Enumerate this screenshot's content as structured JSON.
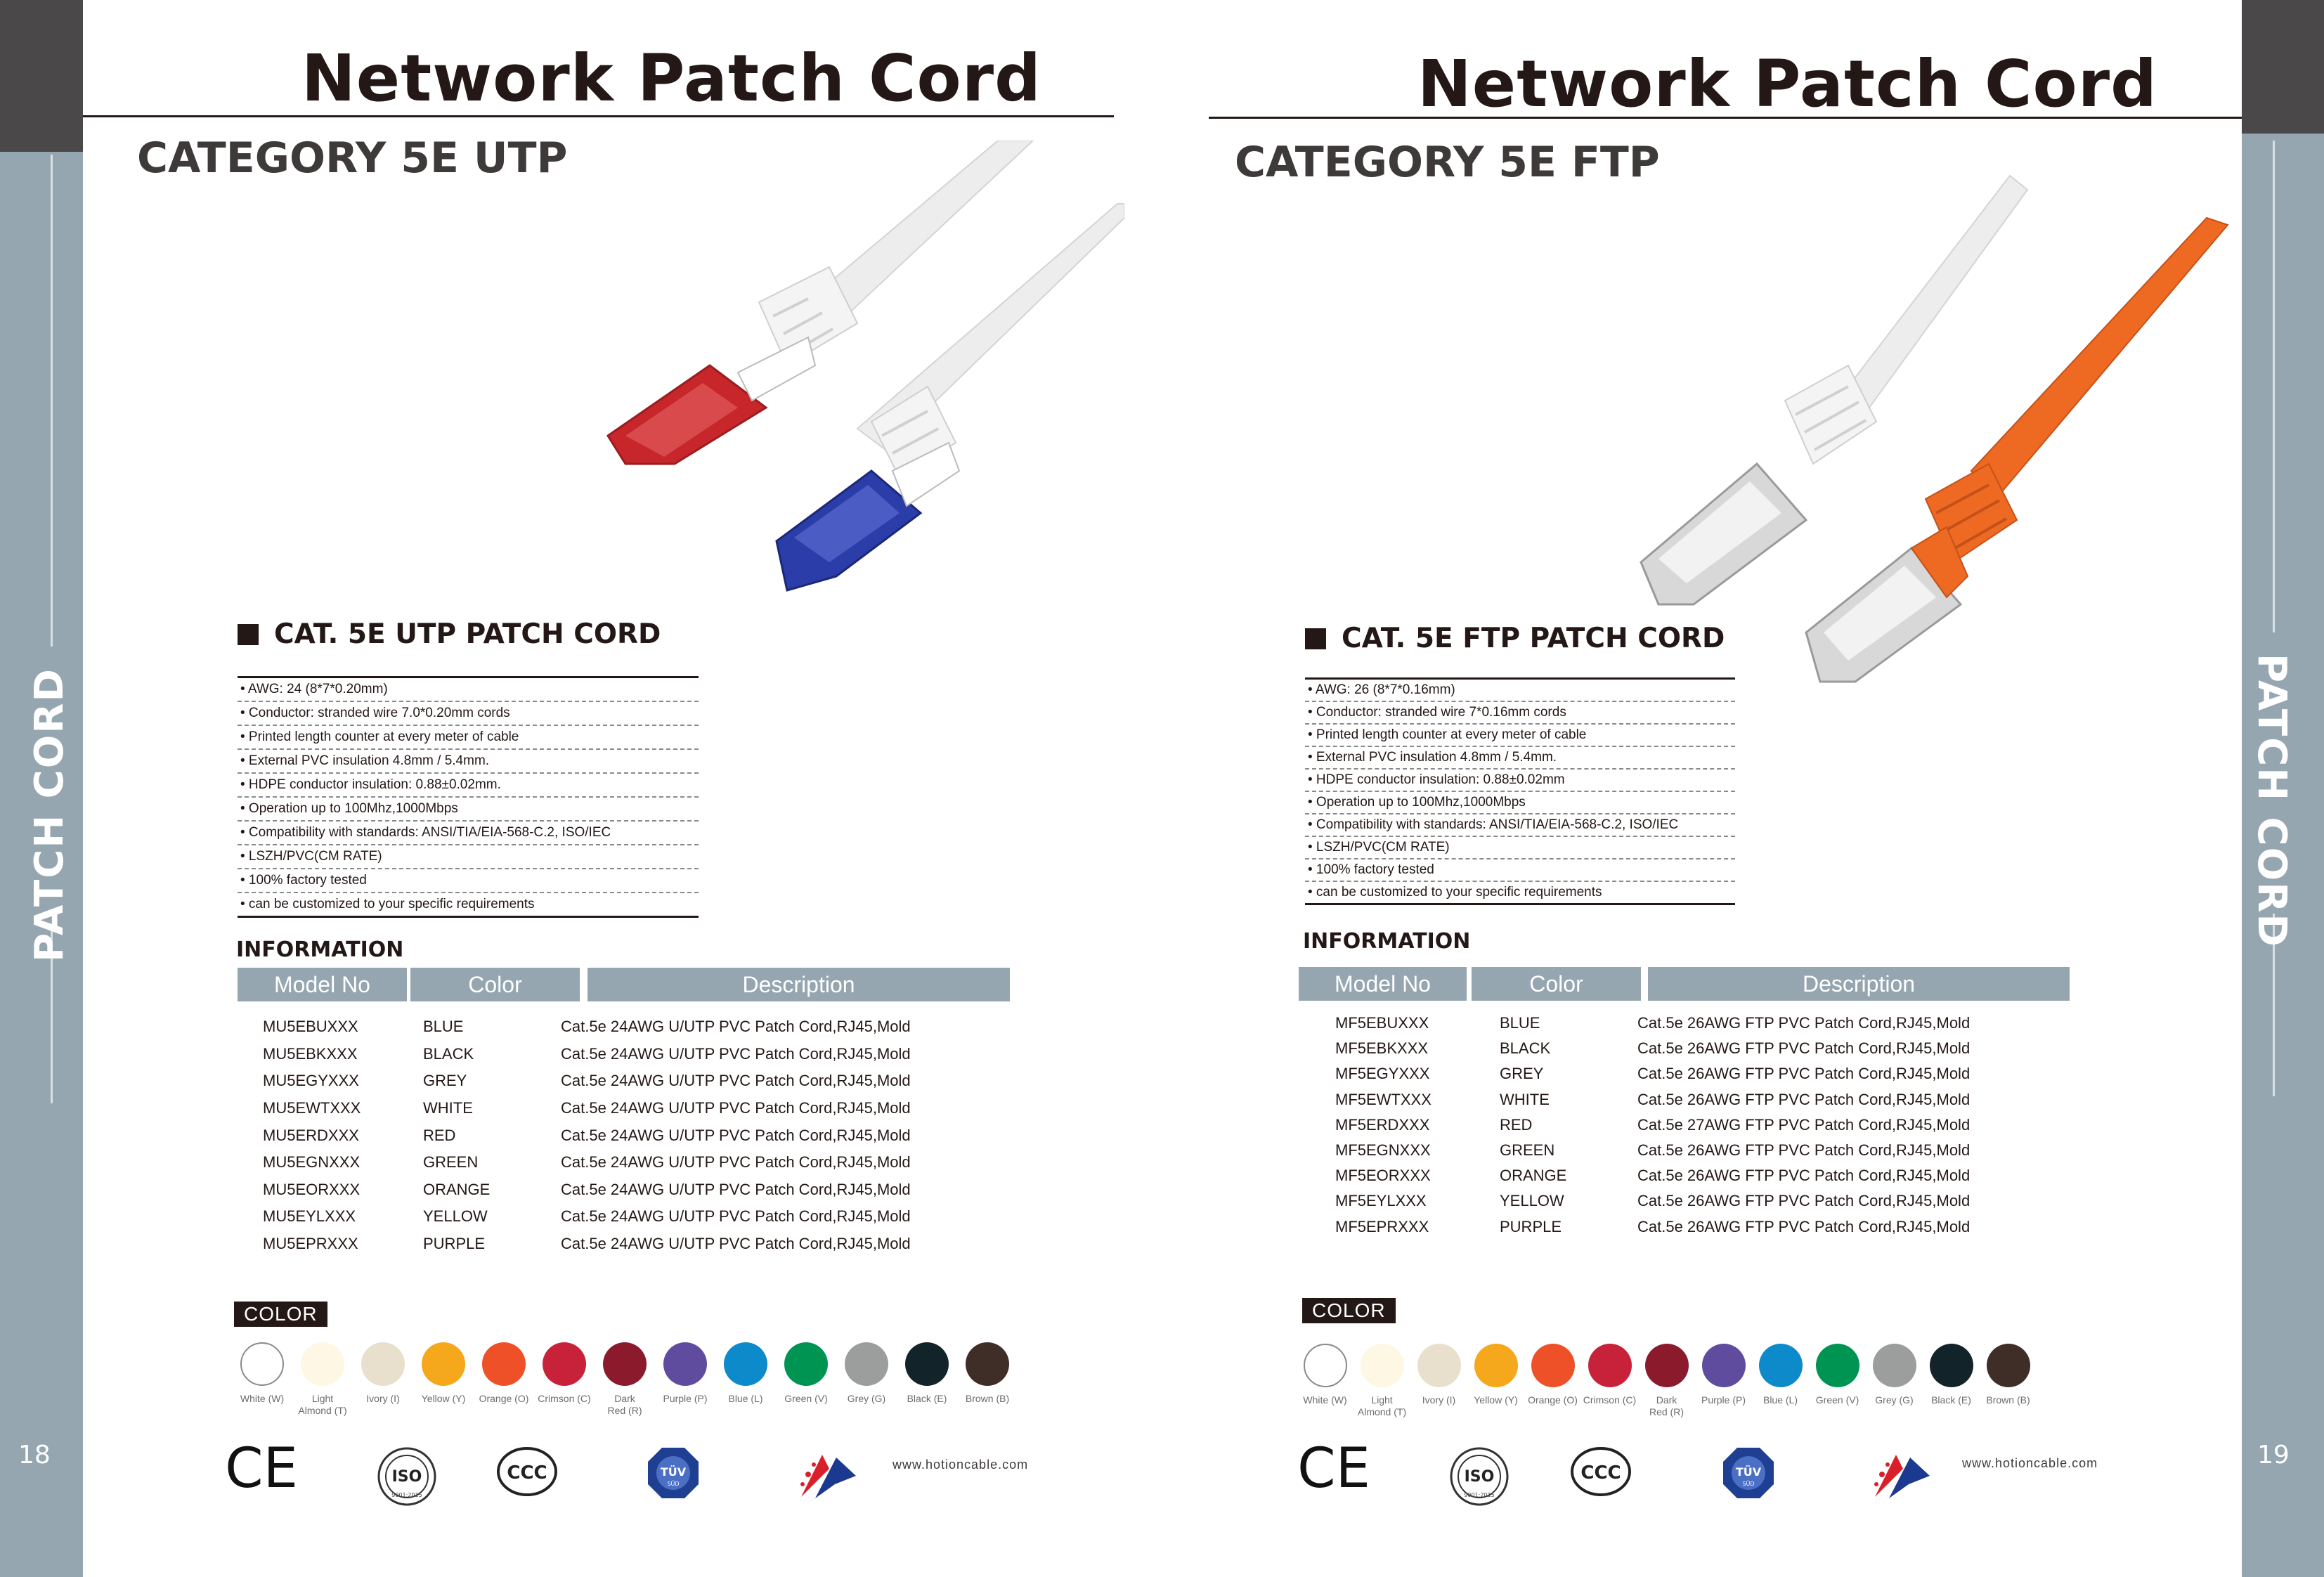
{
  "tab_label": "PATCH CORD",
  "left": {
    "page_number": "18",
    "title": "Network Patch Cord",
    "category": "CATEGORY 5E UTP",
    "section_title": "CAT. 5E UTP PATCH CORD",
    "specs": [
      "• AWG: 24 (8*7*0.20mm)",
      "• Conductor: stranded wire 7.0*0.20mm cords",
      "• Printed length counter at every meter of cable",
      "• External PVC insulation 4.8mm / 5.4mm.",
      "• HDPE conductor insulation: 0.88±0.02mm.",
      "• Operation up to 100Mhz,1000Mbps",
      "• Compatibility with standards: ANSI/TIA/EIA-568-C.2, ISO/IEC",
      "• LSZH/PVC(CM RATE)",
      "• 100% factory tested",
      "• can be customized to your specific requirements"
    ],
    "info_heading": "INFORMATION",
    "table_headers": [
      "Model No",
      "Color",
      "Description"
    ],
    "rows": [
      [
        "MU5EBUXXX",
        "BLUE",
        "Cat.5e 24AWG U/UTP PVC Patch Cord,RJ45,Mold"
      ],
      [
        "MU5EBKXXX",
        "BLACK",
        "Cat.5e 24AWG U/UTP PVC Patch Cord,RJ45,Mold"
      ],
      [
        "MU5EGYXXX",
        "GREY",
        "Cat.5e 24AWG U/UTP PVC Patch Cord,RJ45,Mold"
      ],
      [
        "MU5EWTXXX",
        "WHITE",
        "Cat.5e 24AWG U/UTP PVC Patch Cord,RJ45,Mold"
      ],
      [
        "MU5ERDXXX",
        "RED",
        "Cat.5e 24AWG U/UTP PVC Patch Cord,RJ45,Mold"
      ],
      [
        "MU5EGNXXX",
        "GREEN",
        "Cat.5e 24AWG U/UTP PVC Patch Cord,RJ45,Mold"
      ],
      [
        "MU5EORXXX",
        "ORANGE",
        "Cat.5e 24AWG U/UTP PVC Patch Cord,RJ45,Mold"
      ],
      [
        "MU5EYLXXX",
        "YELLOW",
        "Cat.5e 24AWG U/UTP PVC Patch Cord,RJ45,Mold"
      ],
      [
        "MU5EPRXXX",
        "PURPLE",
        "Cat.5e 24AWG U/UTP PVC Patch Cord,RJ45,Mold"
      ]
    ],
    "website": "www.hotioncable.com"
  },
  "right": {
    "page_number": "19",
    "title": "Network Patch Cord",
    "category": "CATEGORY 5E FTP",
    "section_title": "CAT. 5E FTP PATCH CORD",
    "specs": [
      "• AWG: 26 (8*7*0.16mm)",
      "• Conductor: stranded wire 7*0.16mm cords",
      "• Printed length counter at every meter of cable",
      "• External PVC insulation 4.8mm / 5.4mm.",
      "• HDPE conductor insulation: 0.88±0.02mm",
      "• Operation up to 100Mhz,1000Mbps",
      "• Compatibility with standards: ANSI/TIA/EIA-568-C.2, ISO/IEC",
      "• LSZH/PVC(CM RATE)",
      "• 100% factory tested",
      "• can be customized to your specific requirements"
    ],
    "info_heading": "INFORMATION",
    "table_headers": [
      "Model No",
      "Color",
      "Description"
    ],
    "rows": [
      [
        "MF5EBUXXX",
        "BLUE",
        "Cat.5e 26AWG FTP PVC Patch Cord,RJ45,Mold"
      ],
      [
        "MF5EBKXXX",
        "BLACK",
        "Cat.5e 26AWG FTP PVC Patch Cord,RJ45,Mold"
      ],
      [
        "MF5EGYXXX",
        "GREY",
        "Cat.5e 26AWG FTP PVC Patch Cord,RJ45,Mold"
      ],
      [
        "MF5EWTXXX",
        "WHITE",
        "Cat.5e 26AWG FTP PVC Patch Cord,RJ45,Mold"
      ],
      [
        "MF5ERDXXX",
        "RED",
        "Cat.5e 27AWG FTP PVC Patch Cord,RJ45,Mold"
      ],
      [
        "MF5EGNXXX",
        "GREEN",
        "Cat.5e 26AWG FTP PVC Patch Cord,RJ45,Mold"
      ],
      [
        "MF5EORXXX",
        "ORANGE",
        "Cat.5e 26AWG FTP PVC Patch Cord,RJ45,Mold"
      ],
      [
        "MF5EYLXXX",
        "YELLOW",
        "Cat.5e 26AWG FTP PVC Patch Cord,RJ45,Mold"
      ],
      [
        "MF5EPRXXX",
        "PURPLE",
        "Cat.5e 26AWG FTP PVC Patch Cord,RJ45,Mold"
      ]
    ],
    "website": "www.hotioncable.com"
  },
  "color_label": "COLOR",
  "swatches": [
    {
      "label": "White (W)",
      "color": "#ffffff"
    },
    {
      "label": "Light\nAlmond (T)",
      "color": "#fdf7e3"
    },
    {
      "label": "Ivory (I)",
      "color": "#e8e0cc"
    },
    {
      "label": "Yellow (Y)",
      "color": "#f5a81c"
    },
    {
      "label": "Orange (O)",
      "color": "#ee5127"
    },
    {
      "label": "Crimson (C)",
      "color": "#c8223a"
    },
    {
      "label": "Dark\nRed (R)",
      "color": "#8b1a2c"
    },
    {
      "label": "Purple (P)",
      "color": "#5f4c9e"
    },
    {
      "label": "Blue (L)",
      "color": "#0c8ac9"
    },
    {
      "label": "Green (V)",
      "color": "#009453"
    },
    {
      "label": "Grey (G)",
      "color": "#9c9d9d"
    },
    {
      "label": "Black (E)",
      "color": "#13232a"
    },
    {
      "label": "Brown (B)",
      "color": "#3f2d27"
    }
  ],
  "logos": {
    "ce": "CE",
    "iso": "ISO",
    "iso_sub": "9001:2015",
    "ccc": "CCC",
    "tuv": "TÜV",
    "tuv_sub": "SÜD"
  },
  "colors": {
    "sidebar_grey": "#95a6b0",
    "sidebar_dark": "#4a4848",
    "text_dark": "#231815"
  }
}
